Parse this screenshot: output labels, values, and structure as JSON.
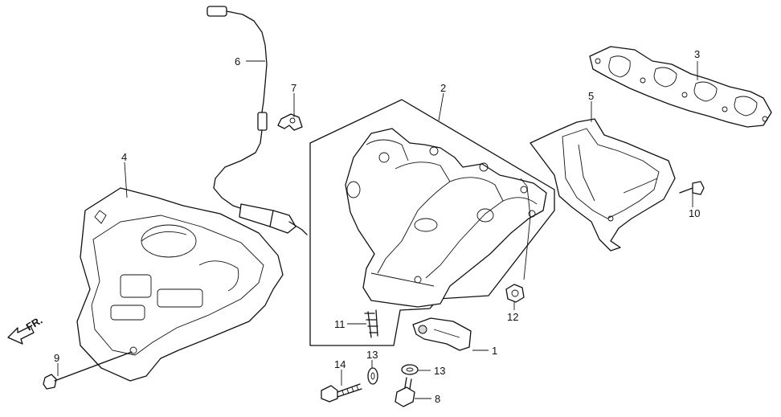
{
  "callouts": {
    "c1": "1",
    "c2": "2",
    "c3": "3",
    "c4": "4",
    "c5": "5",
    "c6": "6",
    "c7": "7",
    "c8": "8",
    "c9": "9",
    "c10": "10",
    "c11": "11",
    "c12": "12",
    "c13a": "13",
    "c13b": "13",
    "c14": "14"
  },
  "direction_label": "FR."
}
